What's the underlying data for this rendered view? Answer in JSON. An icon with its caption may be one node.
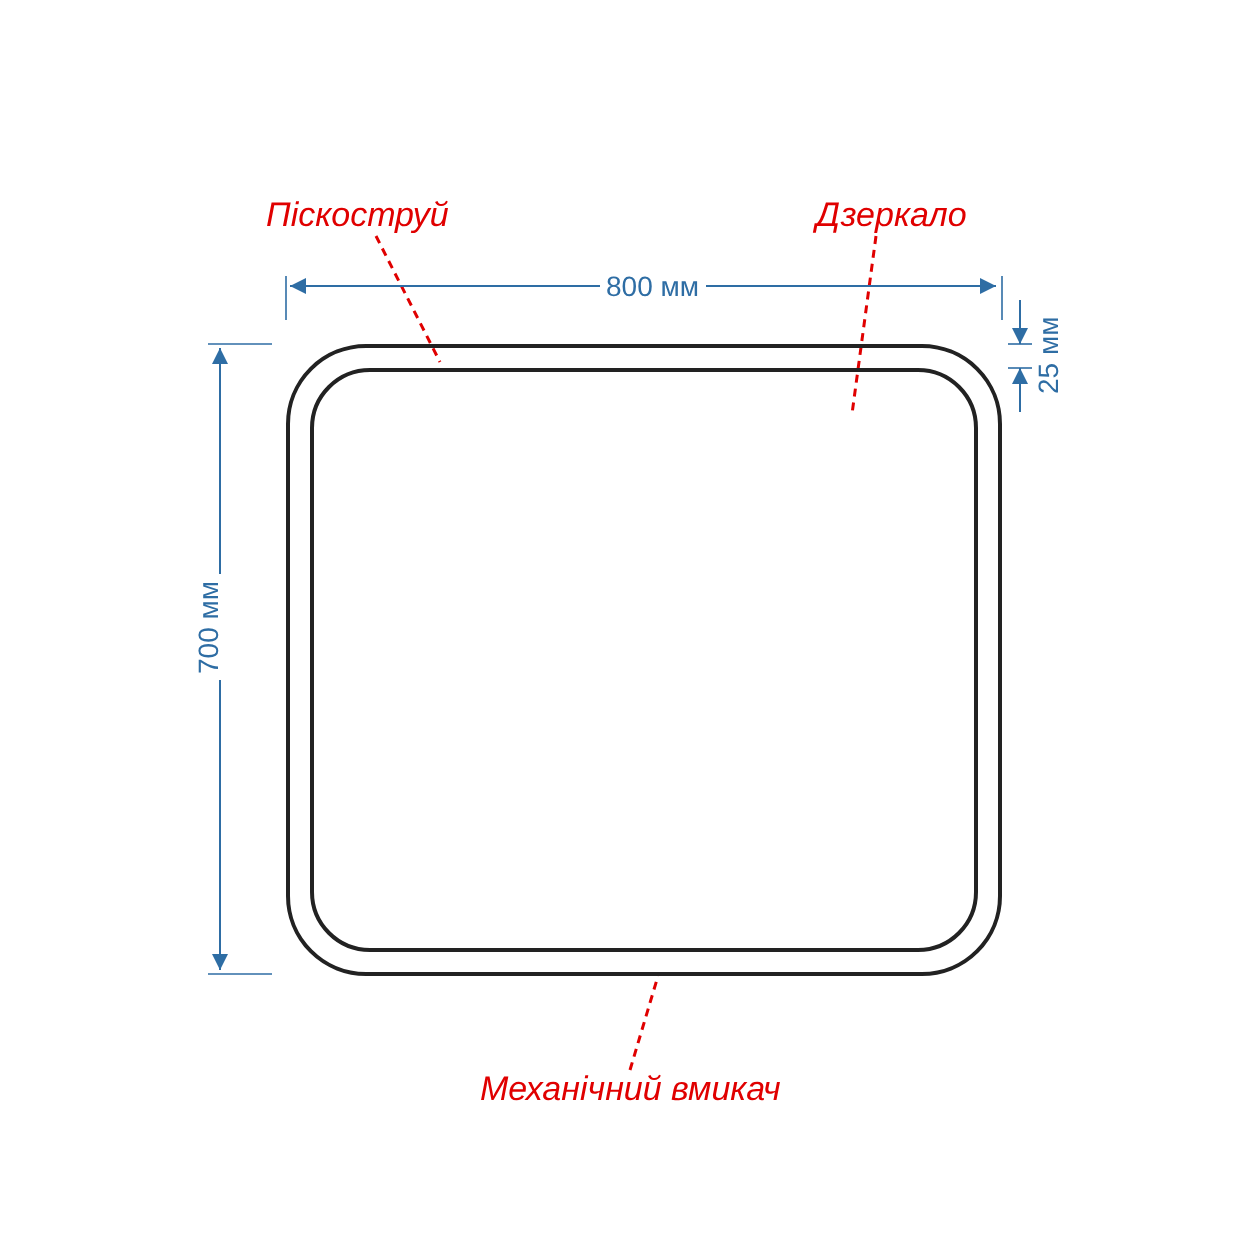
{
  "diagram": {
    "nodes": [
      {
        "text": [
          "Піскоструй"
        ]
      },
      {
        "text": [
          "Дзеркало"
        ]
      },
      {
        "text": [
          "Механічний вмикач"
        ]
      },
      {
        "text": [],
        "shape": "box"
      },
      {
        "text": [],
        "shape": "box",
        "in": 3
      }
    ],
    "edges": [
      {
        "from": 0,
        "to": 3,
        "arrow": "none"
      },
      {
        "from": 1,
        "to": 4,
        "arrow": "none"
      },
      {
        "from": 2,
        "to": 3,
        "arrow": "none"
      }
    ],
    "labels": [
      "800 мм",
      "25 мм",
      "700 мм"
    ]
  }
}
